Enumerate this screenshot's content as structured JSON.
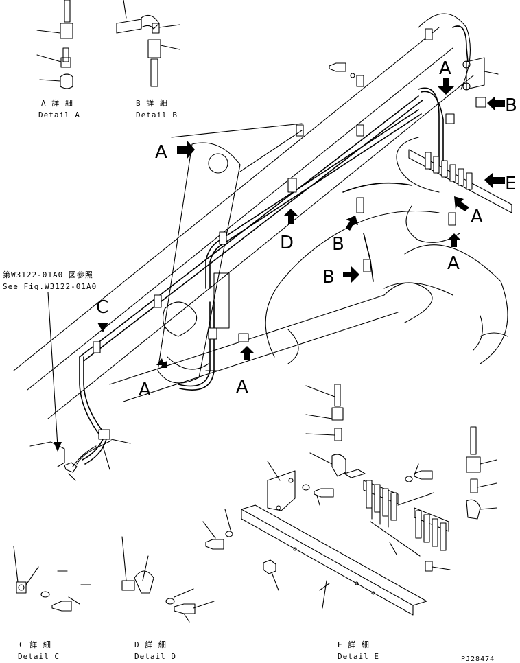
{
  "details": {
    "a_jp": "A 詳 細",
    "a_en": "Detail A",
    "b_jp": "B 詳 細",
    "b_en": "Detail B",
    "c_jp": "C 詳 細",
    "c_en": "Detail C",
    "d_jp": "D 詳 細",
    "d_en": "Detail D",
    "e_jp": "E 詳 細",
    "e_en": "Detail E"
  },
  "reference": {
    "jp": "第W3122-01A0 図参照",
    "en": "See Fig.W3122-01A0"
  },
  "callouts": {
    "a": "A",
    "b": "B",
    "c": "C",
    "d": "D",
    "e": "E"
  },
  "drawing_number": "PJ28474"
}
